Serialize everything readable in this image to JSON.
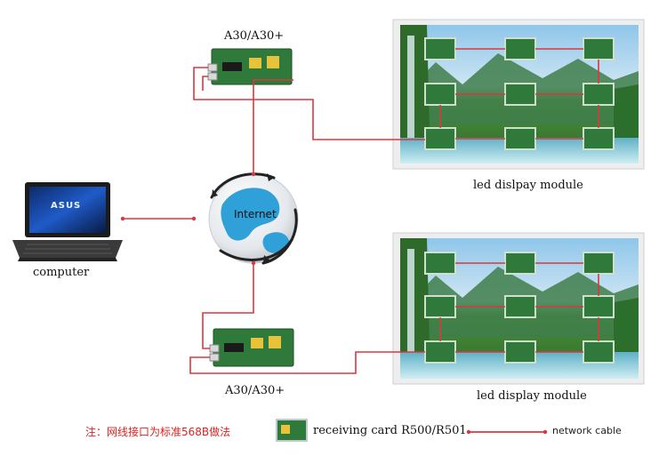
{
  "labels": {
    "controller_top": "A30/A30+",
    "controller_bottom": "A30/A30+",
    "computer": "computer",
    "internet": "Internet",
    "screen_top": "led dislpay module",
    "screen_bottom": "led display module",
    "laptop_brand": "ASUS"
  },
  "legend": {
    "note": "注：网线接口为标准568B做法",
    "receiving_card": "receiving card R500/R501",
    "network_cable": "network cable"
  },
  "colors": {
    "cable": "#d8383f",
    "pcb_green": "#2f7a3b",
    "note_red": "#d22222"
  }
}
